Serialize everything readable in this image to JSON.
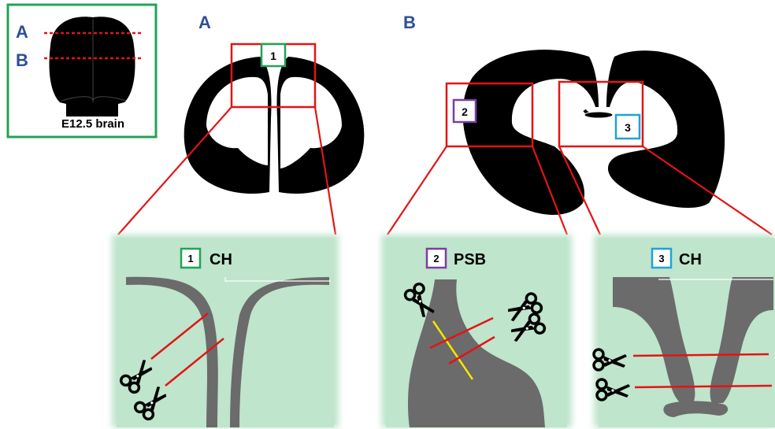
{
  "inset": {
    "caption": "E12.5 brain",
    "cut_a": "A",
    "cut_b": "B"
  },
  "section_a": {
    "letter": "A"
  },
  "section_b": {
    "letter": "B"
  },
  "boxes": {
    "box1": "1",
    "box2": "2",
    "box3": "3"
  },
  "panels": {
    "p1": {
      "num": "1",
      "title": "CH",
      "frame_color": "#22a356"
    },
    "p2": {
      "num": "2",
      "title": "PSB",
      "frame_color": "#7b3fa0"
    },
    "p3": {
      "num": "3",
      "title": "CH",
      "frame_color": "#1fa3d6"
    }
  },
  "colors": {
    "accent_red": "#e31414",
    "letter_blue": "#2f4f96",
    "panel_green": "#bfe5cc",
    "tissue_gray": "#6b6b6b",
    "guide_yellow": "#f2e600"
  }
}
